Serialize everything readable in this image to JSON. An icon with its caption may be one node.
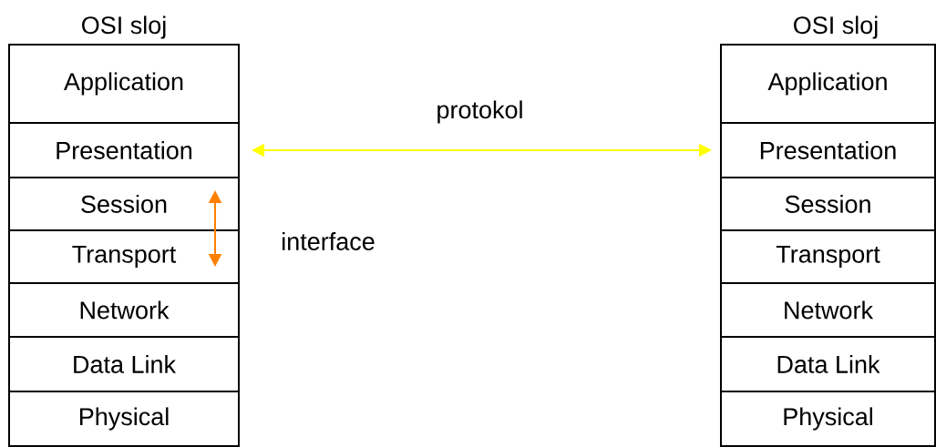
{
  "diagram": {
    "nodes": [
      {
        "text": [
          "Application"
        ]
      },
      {
        "text": [
          "Presentation"
        ]
      },
      {
        "text": [
          "Session"
        ]
      },
      {
        "text": [
          "Transport"
        ]
      },
      {
        "text": [
          "Network"
        ]
      },
      {
        "text": [
          "Data Link"
        ]
      },
      {
        "text": [
          "Physical"
        ]
      },
      {
        "text": [
          "Application"
        ]
      },
      {
        "text": [
          "Presentation"
        ]
      },
      {
        "text": [
          "Session"
        ]
      },
      {
        "text": [
          "Transport"
        ]
      },
      {
        "text": [
          "Network"
        ]
      },
      {
        "text": [
          "Data Link"
        ]
      },
      {
        "text": [
          "Physical"
        ]
      }
    ],
    "edges": [
      {
        "from": 1,
        "to": 8,
        "arrow": "both",
        "label": "protokol",
        "color": "#ffff00"
      },
      {
        "from": 2,
        "to": 3,
        "arrow": "both",
        "color": "#ff8000"
      }
    ],
    "labels": [
      "OSI sloj",
      "OSI sloj",
      "interface"
    ]
  }
}
